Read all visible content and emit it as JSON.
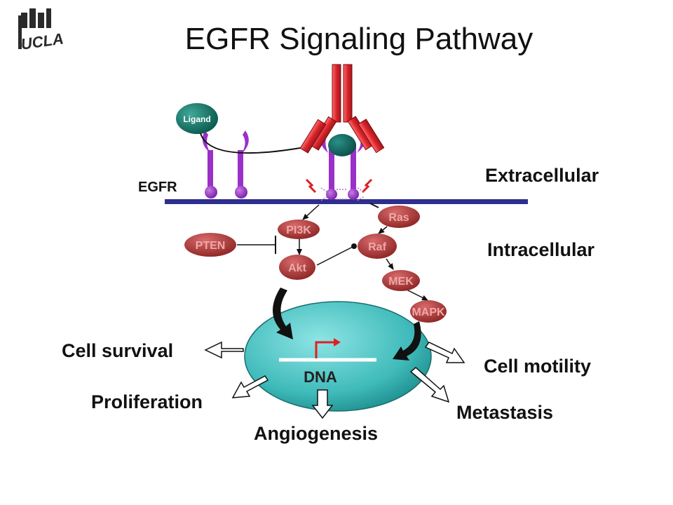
{
  "title": "EGFR Signaling Pathway",
  "logo": "UCLA",
  "labels": {
    "ligand": "Ligand",
    "egfr": "EGFR",
    "extracellular": "Extracellular",
    "intracellular": "Intracellular",
    "dna": "DNA"
  },
  "molecules": {
    "pten": "PTEN",
    "pi3k": "PI3K",
    "akt": "Akt",
    "ras": "Ras",
    "raf": "Raf",
    "mek": "MEK",
    "mapk": "MAPK"
  },
  "outcomes": {
    "cell_survival": "Cell survival",
    "proliferation": "Proliferation",
    "angiogenesis": "Angiogenesis",
    "metastasis": "Metastasis",
    "cell_motility": "Cell motility"
  },
  "colors": {
    "membrane": "#2e2e8f",
    "receptor": "#9b30c9",
    "molecule": "#b03a3a",
    "ligand": "#0f6e60",
    "nucleus": "#48c7c7",
    "antibody": "#d9242a",
    "arrow_head": "#111111"
  }
}
